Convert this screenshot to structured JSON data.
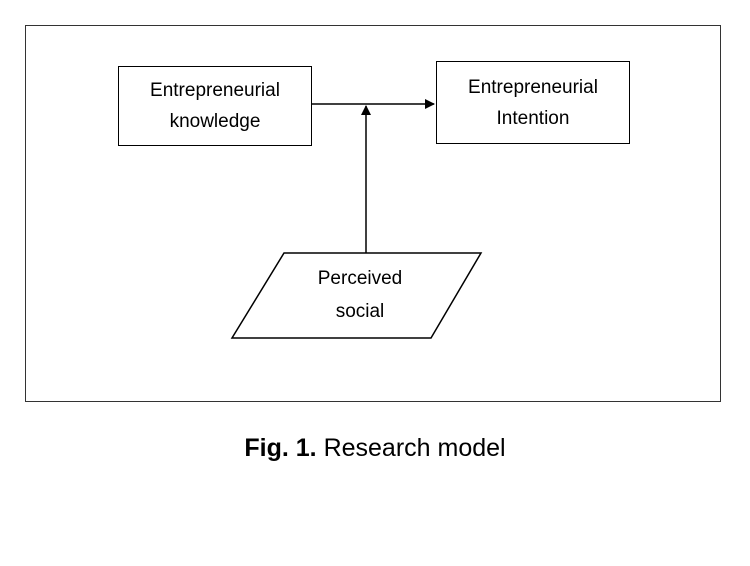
{
  "diagram": {
    "nodes": {
      "knowledge": {
        "line1": "Entrepreneurial",
        "line2": "knowledge"
      },
      "intention": {
        "line1": "Entrepreneurial",
        "line2": "Intention"
      },
      "social": {
        "line1": "Perceived",
        "line2": "social"
      }
    },
    "edges": [
      {
        "from": "knowledge",
        "to": "intention"
      },
      {
        "from": "social",
        "to": "knowledge-intention-edge"
      }
    ]
  },
  "caption": {
    "label": "Fig. 1.",
    "text": " Research model"
  }
}
